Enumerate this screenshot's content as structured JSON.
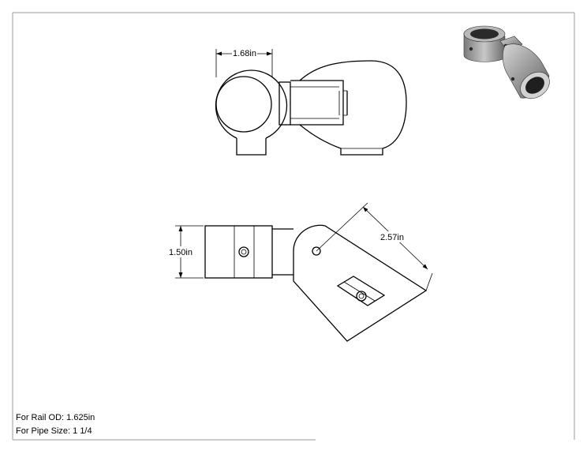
{
  "dimensions": {
    "width_label": "1.68in",
    "height_label": "1.50in",
    "length_label": "2.57in"
  },
  "notes": {
    "rail_od": "For Rail OD: 1.625in",
    "pipe_size": "For Pipe Size: 1 1/4"
  },
  "colors": {
    "line": "#000000",
    "border": "#9a9a9a",
    "fitting_metal": "#8c8c8c"
  },
  "icons": {
    "iso_render": "fitting-3d-icon"
  }
}
